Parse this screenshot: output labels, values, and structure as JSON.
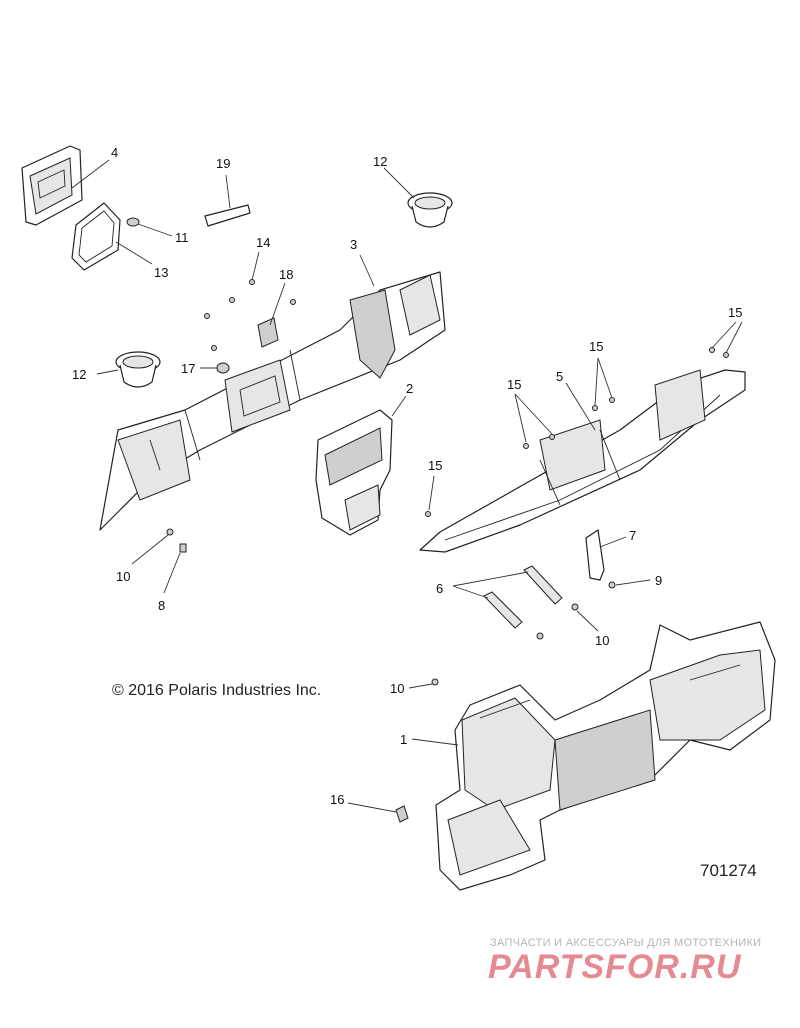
{
  "diagram": {
    "copyright": "© 2016 Polaris Industries Inc.",
    "drawing_number": "701274",
    "callouts": {
      "c1": "1",
      "c2": "2",
      "c3": "3",
      "c4": "4",
      "c5": "5",
      "c6": "6",
      "c7": "7",
      "c8": "8",
      "c9": "9",
      "c10a": "10",
      "c10b": "10",
      "c10c": "10",
      "c11": "11",
      "c12a": "12",
      "c12b": "12",
      "c13": "13",
      "c14": "14",
      "c15a": "15",
      "c15b": "15",
      "c15c": "15",
      "c15d": "15",
      "c16": "16",
      "c17": "17",
      "c18": "18",
      "c19": "19"
    }
  },
  "watermark": {
    "tagline": "ЗАПЧАСТИ И АКСЕССУАРЫ ДЛЯ МОТОТЕХНИКИ",
    "brand": "PARTSFOR.RU"
  }
}
